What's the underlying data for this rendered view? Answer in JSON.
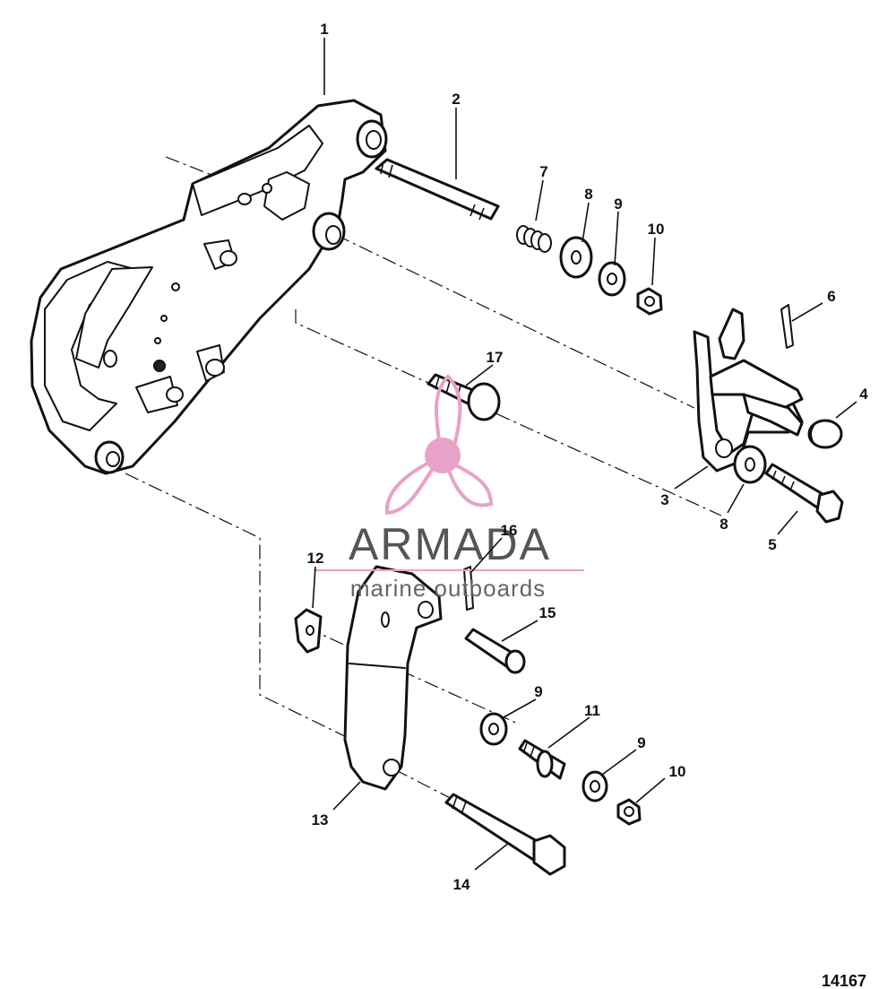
{
  "callouts": [
    {
      "id": "c1",
      "text": "1"
    },
    {
      "id": "c2",
      "text": "2"
    },
    {
      "id": "c3",
      "text": "3"
    },
    {
      "id": "c4",
      "text": "4"
    },
    {
      "id": "c5",
      "text": "5"
    },
    {
      "id": "c6",
      "text": "6"
    },
    {
      "id": "c7",
      "text": "7"
    },
    {
      "id": "c8a",
      "text": "8"
    },
    {
      "id": "c8b",
      "text": "8"
    },
    {
      "id": "c9a",
      "text": "9"
    },
    {
      "id": "c9b",
      "text": "9"
    },
    {
      "id": "c9c",
      "text": "9"
    },
    {
      "id": "c10a",
      "text": "10"
    },
    {
      "id": "c10b",
      "text": "10"
    },
    {
      "id": "c11",
      "text": "11"
    },
    {
      "id": "c12",
      "text": "12"
    },
    {
      "id": "c13",
      "text": "13"
    },
    {
      "id": "c14",
      "text": "14"
    },
    {
      "id": "c15",
      "text": "15"
    },
    {
      "id": "c16",
      "text": "16"
    },
    {
      "id": "c17",
      "text": "17"
    }
  ],
  "figure_number": "14167",
  "watermark": {
    "brand": "ARMADA",
    "tagline": "marine outboards",
    "colors": {
      "logo": "#e7a2c8",
      "text": "#555555"
    }
  }
}
